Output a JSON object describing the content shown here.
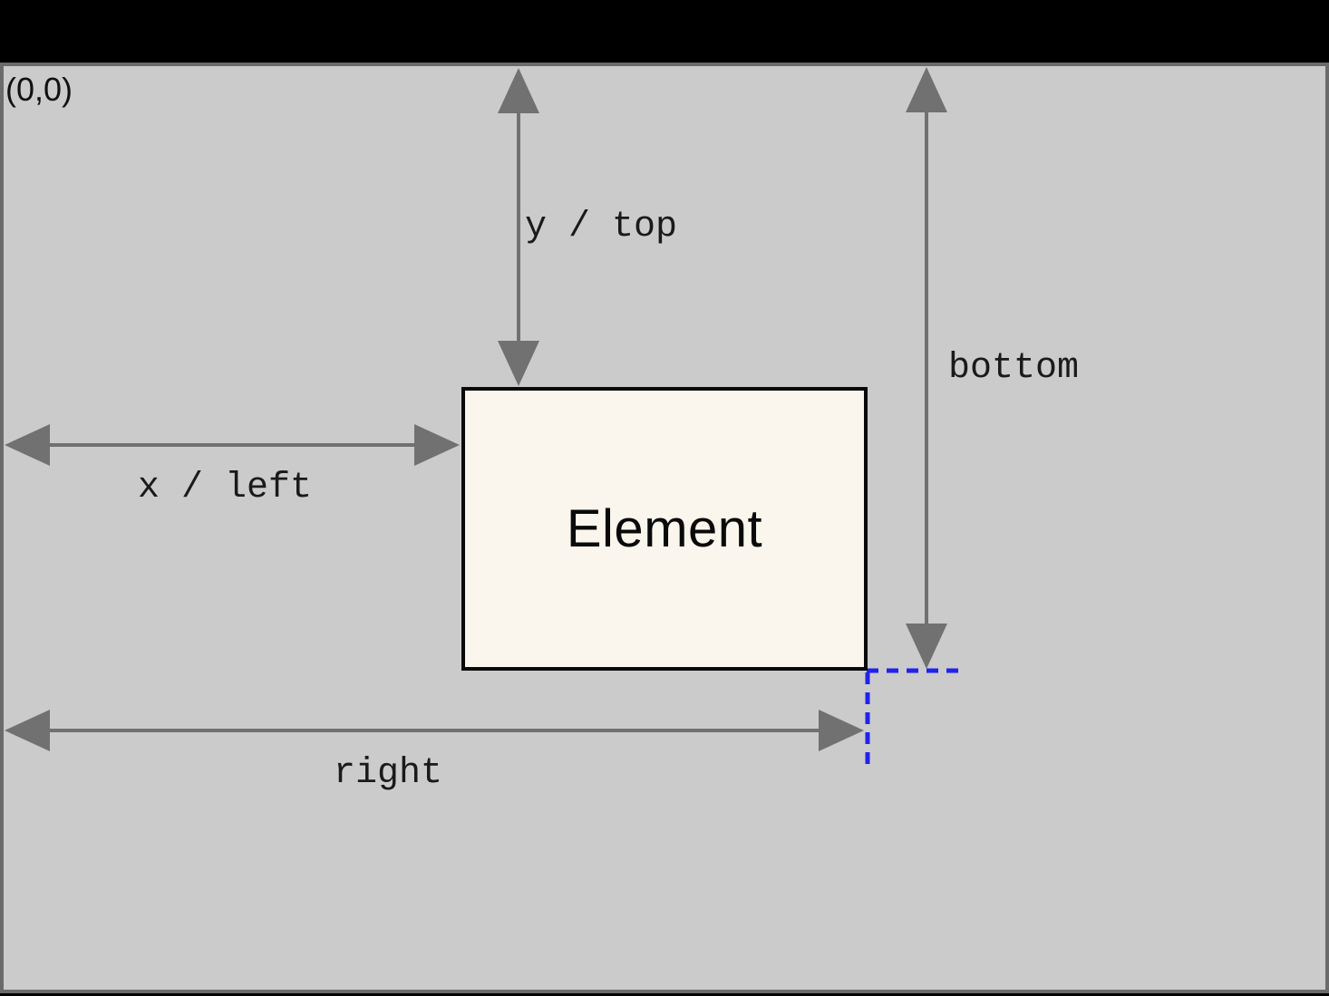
{
  "canvas": {
    "origin_label": "(0,0)",
    "background_color": "#cbcbcb",
    "frame_color": "#000000",
    "frame_border_color": "#6b6b6b"
  },
  "element_box": {
    "label": "Element",
    "fill_color": "#faf6ed",
    "border_color": "#0a0a0a"
  },
  "arrows": {
    "color": "#717171",
    "y_top_label": "y / top",
    "x_left_label": "x / left",
    "bottom_label": "bottom",
    "right_label": "right"
  },
  "guides": {
    "color": "#2222ee"
  }
}
